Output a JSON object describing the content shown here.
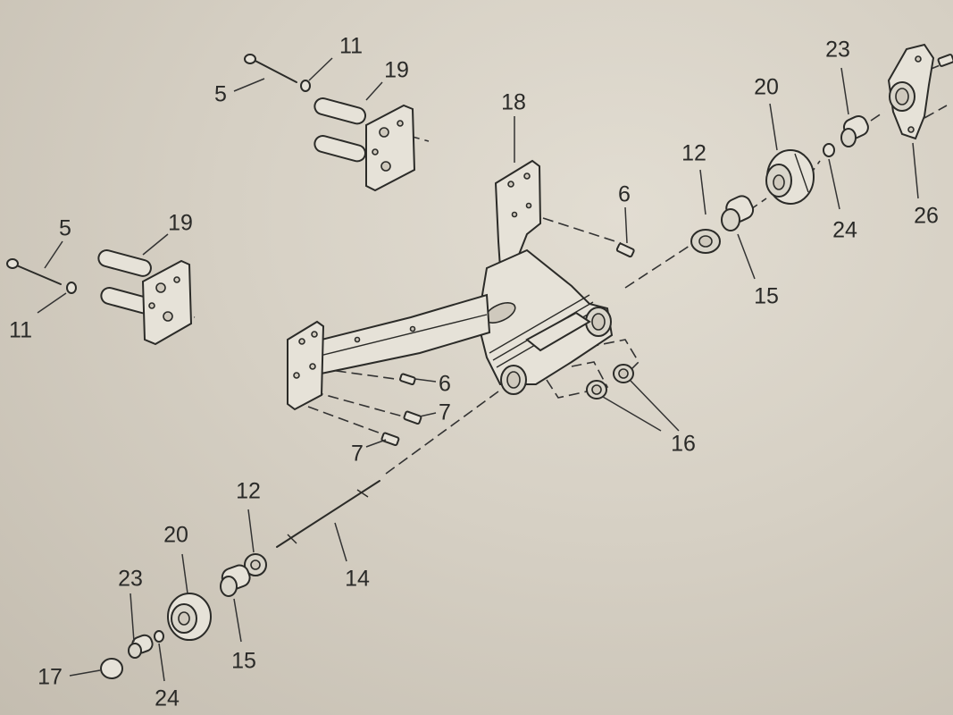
{
  "callouts": {
    "c5_top": "5",
    "c11_top": "11",
    "c19_top": "19",
    "c5_left": "5",
    "c19_left": "19",
    "c11_left": "11",
    "c18": "18",
    "c6_top": "6",
    "c12_top": "12",
    "c15_top": "15",
    "c20_top": "20",
    "c23_top": "23",
    "c24_top": "24",
    "c26": "26",
    "c6_mid": "6",
    "c7_mid": "7",
    "c7_low": "7",
    "c16": "16",
    "c14": "14",
    "c12_bot": "12",
    "c20_bot": "20",
    "c15_bot": "15",
    "c23_bot": "23",
    "c17": "17",
    "c24_bot": "24"
  }
}
